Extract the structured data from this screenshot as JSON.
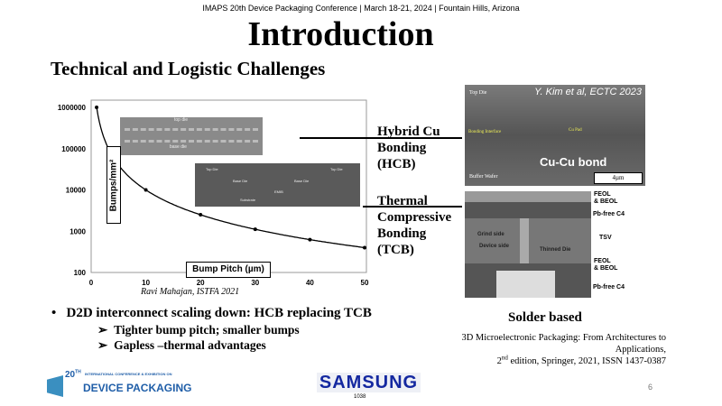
{
  "header": {
    "conference": "IMAPS 20th Device Packaging Conference | March 18-21, 2024 | Fountain Hills, Arizona",
    "title": "Introduction",
    "subtitle": "Technical and Logistic Challenges"
  },
  "chart_data": {
    "type": "line",
    "xlabel": "Bump Pitch (µm)",
    "ylabel": "Bumps/mm²",
    "x": [
      1,
      5,
      10,
      20,
      30,
      40,
      50
    ],
    "series": [
      {
        "values": [
          1000000,
          40000,
          10000,
          2500,
          1111,
          625,
          400
        ]
      }
    ],
    "xlim": [
      0,
      50
    ],
    "ylim": [
      100,
      1000000
    ],
    "yscale": "log",
    "xticks": [
      "0",
      "10",
      "20",
      "30",
      "40",
      "50"
    ],
    "yticks": [
      "100",
      "1000",
      "10000",
      "100000",
      "1000000"
    ],
    "grid": false,
    "inset_labels": {
      "top_die": "top die",
      "base_die": "base die",
      "emib_top_die_left": "Top Die",
      "emib_top_die_right": "Top Die",
      "emib_base_die_left": "Base Die",
      "emib_base_die_right": "Base Die",
      "emib": "EMIB",
      "substrate": "Substrate"
    },
    "citation": "Ravi Mahajan, ISTFA 2021"
  },
  "labels": {
    "hcb": [
      "Hybrid Cu",
      "Bonding",
      "(HCB)"
    ],
    "tcb": [
      "Thermal",
      "Compressive",
      "Bonding",
      "(TCB)"
    ]
  },
  "sem_top": {
    "citation": "Y. Kim et al, ECTC 2023",
    "top_die": "Top Die",
    "bonding_interface": "Bonding Interface",
    "cu_pad": "Cu Pad",
    "buffer_wafer": "Buffer Wafer",
    "bond": "Cu-Cu bond",
    "scale": "4µm"
  },
  "sem_bottom": {
    "feol1": "FEOL",
    "beol1": "& BEOL",
    "c4_1": "Pb-free C4",
    "grind": "Grind side",
    "device": "Device side",
    "thinned": "Thinned Die",
    "tsv": "TSV",
    "feol2": "FEOL",
    "beol2": "& BEOL",
    "c4_2": "Pb-free C4"
  },
  "bullets": {
    "main": "D2D interconnect scaling down: HCB replacing TCB",
    "sub": [
      "Tighter bump pitch; smaller bumps",
      "Gapless –thermal advantages"
    ]
  },
  "solder": {
    "title": "Solder based",
    "ref1": "3D Microelectronic Packaging: From Architectures to Applications,",
    "ref2_sup": "nd",
    "ref2": "2",
    "ref2_rest": " edition, Springer, 2021, ISSN 1437-0387"
  },
  "footer": {
    "logo_line1": "INTERNATIONAL CONFERENCE & EXHIBITION ON",
    "logo_big": "DEVICE PACKAGING",
    "logo_num": "20",
    "logo_sup": "TH",
    "sponsor": "SAMSUNG",
    "sponsor_sub": "1038",
    "page": "6"
  },
  "colors": {
    "accent": "#1428a0",
    "arrow": "#d48a2a"
  }
}
